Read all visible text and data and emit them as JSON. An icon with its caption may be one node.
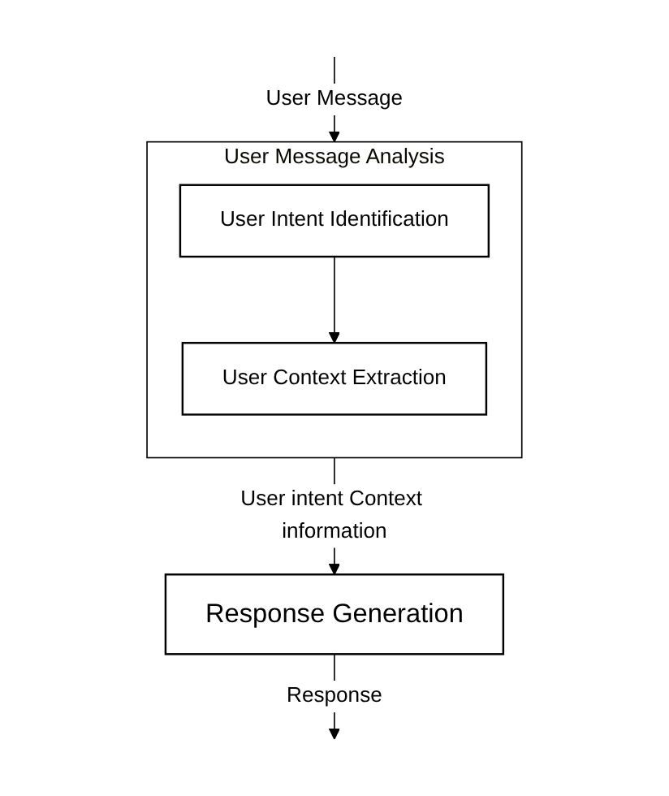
{
  "diagram": {
    "nodes": [
      {
        "text": [
          "User Message Analysis"
        ]
      },
      {
        "text": [
          "User Intent Identification"
        ],
        "in": 0
      },
      {
        "text": [
          "User Context Extraction"
        ],
        "in": 0
      },
      {
        "text": [
          "Response Generation"
        ]
      }
    ],
    "edges": [
      {
        "from": null,
        "to": 0,
        "arrow": "to",
        "label": "User Message"
      },
      {
        "from": 1,
        "to": 2,
        "arrow": "to"
      },
      {
        "from": 0,
        "to": 3,
        "arrow": "to",
        "label": "User intent Context information"
      },
      {
        "from": 3,
        "to": null,
        "arrow": "to",
        "label": "Response"
      }
    ]
  }
}
